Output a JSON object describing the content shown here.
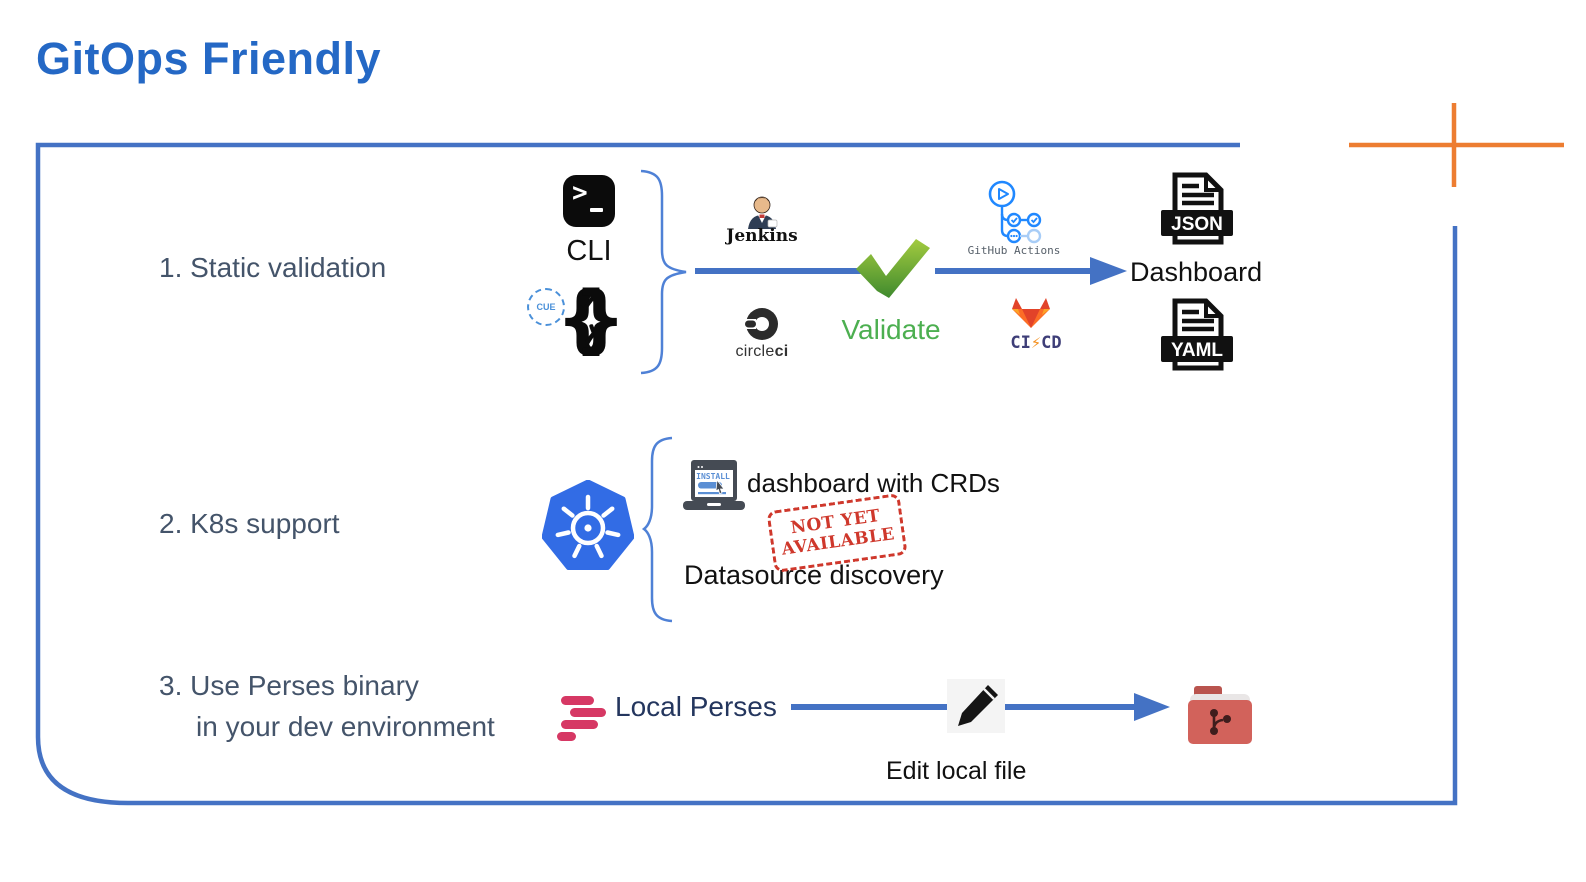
{
  "slide": {
    "title": "GitOps Friendly"
  },
  "colors": {
    "accent_blue": "#4472C4",
    "title_blue": "#2468C5",
    "label_slate": "#44546A",
    "validate_green": "#4CAF50",
    "crosshair_orange": "#ED7D31",
    "perses_pink": "#D63864",
    "kubernetes_blue": "#326CE5",
    "stamp_red": "#CF382C"
  },
  "icons": {
    "prompt": ">",
    "check": "✓",
    "cross": "✗",
    "bolt": "⚡",
    "brace_open": "{",
    "brace_close": "}"
  },
  "rows": {
    "static_validation": {
      "label": "1. Static validation",
      "cli_label": "CLI",
      "cue_label": "CUE",
      "jenkins_label": "Jenkins",
      "circleci_regular": "circle",
      "circleci_bold": "ci",
      "github_actions_label": "GitHub Actions",
      "gitlab_ci": "CI",
      "gitlab_cd": "CD",
      "validate_label": "Validate",
      "dashboard_label": "Dashboard",
      "json_badge": "JSON",
      "yaml_badge": "YAML"
    },
    "k8s_support": {
      "label": "2. K8s support",
      "install_label": "INSTALL",
      "crds_label": "dashboard with CRDs",
      "stamp_line1": "NOT YET",
      "stamp_line2": "AVAILABLE",
      "datasource_label": "Datasource discovery"
    },
    "local_binary": {
      "label_line1": "3. Use Perses binary",
      "label_line2": "in your dev environment",
      "perses_label": "Local Perses",
      "edit_label": "Edit local file"
    }
  }
}
